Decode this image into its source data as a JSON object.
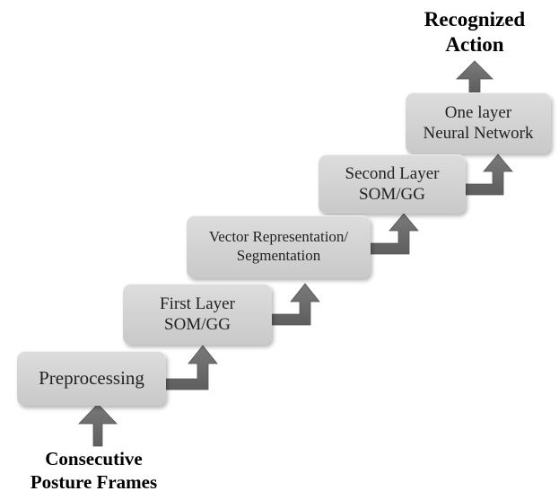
{
  "output_label": {
    "line1": "Recognized",
    "line2": "Action"
  },
  "input_label": {
    "line1": "Consecutive",
    "line2": "Posture Frames"
  },
  "steps": [
    {
      "lines": [
        "Preprocessing"
      ]
    },
    {
      "lines": [
        "First Layer",
        "SOM/GG"
      ]
    },
    {
      "lines": [
        "Vector Representation/",
        "Segmentation"
      ]
    },
    {
      "lines": [
        "Second Layer",
        "SOM/GG"
      ]
    },
    {
      "lines": [
        "One layer",
        "Neural Network"
      ]
    }
  ],
  "colors": {
    "box": "#d4d4d4",
    "arrow": "#6f6f6f",
    "text": "#222222"
  }
}
